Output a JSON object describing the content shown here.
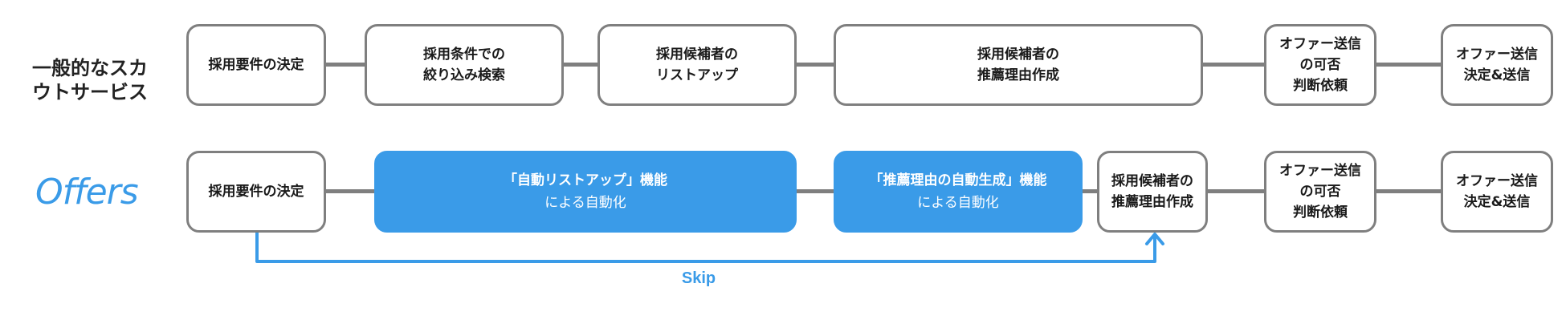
{
  "rows": {
    "general_label": "一般的なスカ\nウトサービス",
    "offers_label": "Offers"
  },
  "general_steps": [
    "採用要件の決定",
    "採用条件での\n絞り込み検索",
    "採用候補者の\nリストアップ",
    "採用候補者の\n推薦理由作成",
    "オファー送信\nの可否\n判断依頼",
    "オファー送信\n決定&送信"
  ],
  "offers_steps": {
    "requirements": "採用要件の決定",
    "auto_list_title": "「自動リストアップ」機能",
    "auto_list_sub": "による自動化",
    "auto_reason_title": "「推薦理由の自動生成」機能",
    "auto_reason_sub": "による自動化",
    "reason_create": "採用候補者の\n推薦理由作成",
    "approval": "オファー送信\nの可否\n判断依頼",
    "send": "オファー送信\n決定&送信"
  },
  "skip_label": "Skip",
  "colors": {
    "accent": "#3a9be8",
    "border": "#7f7f7f"
  }
}
